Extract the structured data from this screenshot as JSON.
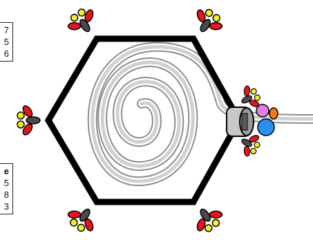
{
  "top_panel": {
    "values": [
      "7",
      "5",
      "6"
    ]
  },
  "bottom_panel": {
    "header": "e",
    "values": [
      "5",
      "8",
      "3"
    ]
  },
  "colors": {
    "frame": "#000000",
    "tube_light": "#d9d9d9",
    "tube_dark": "#8c8c8c",
    "subunit_red": "#e8141c",
    "subunit_yellow": "#f4ef2a",
    "subunit_grey": "#4a4a4a",
    "ball_blue": "#2b8ff0",
    "ball_pink": "#e07fe6",
    "ball_orange": "#f07a1a"
  }
}
